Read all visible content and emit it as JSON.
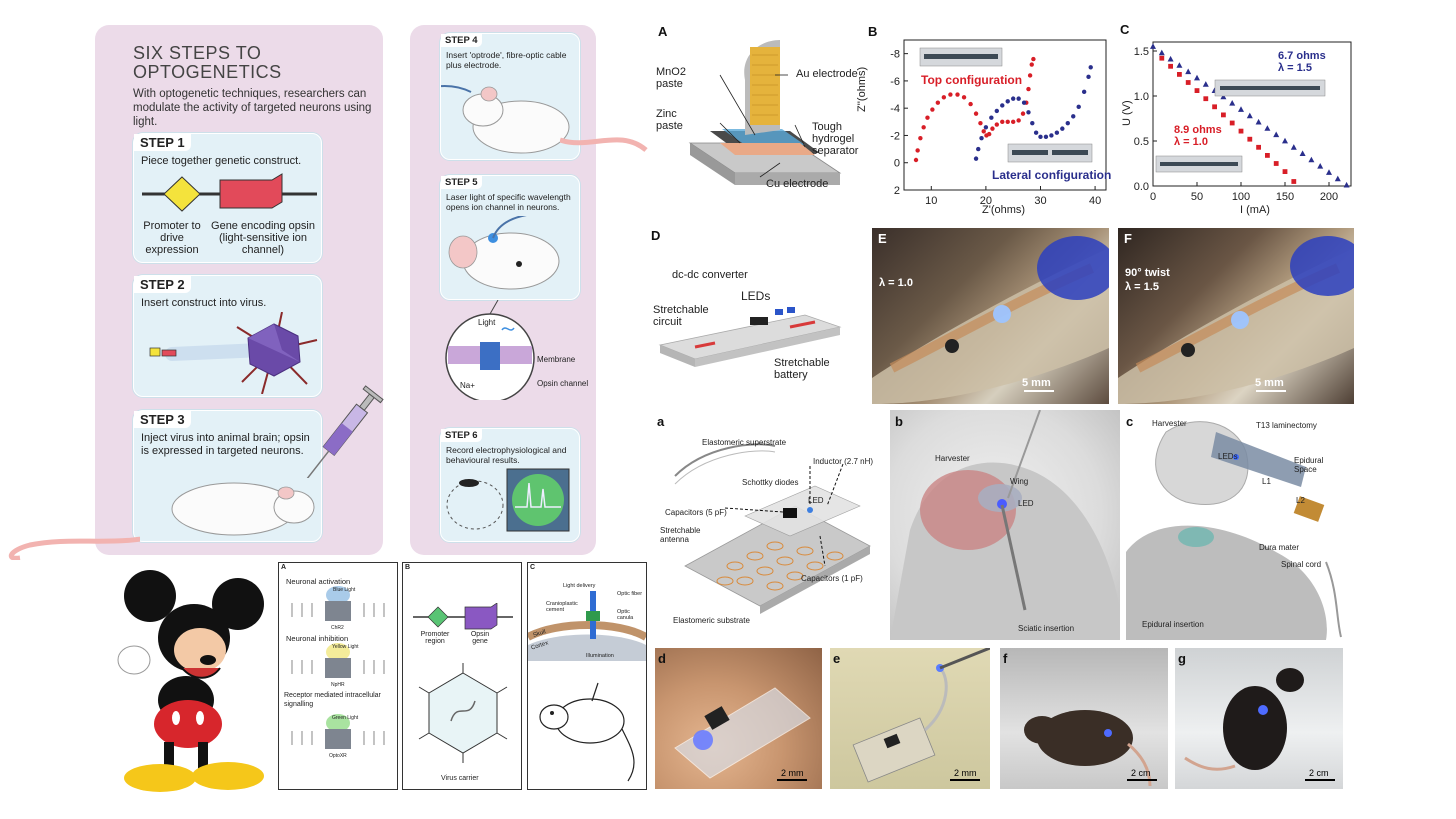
{
  "infographic": {
    "title_line1": "SIX STEPS TO",
    "title_line2": "OPTOGENETICS",
    "intro": "With optogenetic techniques, researchers can modulate the activity of targeted neurons using light.",
    "step1": {
      "tag": "STEP 1",
      "text": "Piece together genetic construct.",
      "promoter": "Promoter to drive expression",
      "gene": "Gene encoding opsin (light-sensitive ion channel)"
    },
    "step2": {
      "tag": "STEP 2",
      "text": "Insert construct into virus."
    },
    "step3": {
      "tag": "STEP 3",
      "text": "Inject virus into animal brain; opsin is expressed in targeted neurons."
    },
    "step4": {
      "tag": "STEP 4",
      "text": "Insert 'optrode', fibre-optic cable plus electrode."
    },
    "step5": {
      "tag": "STEP 5",
      "text": "Laser light of specific wavelength opens ion channel in neurons.",
      "light": "Light",
      "membrane": "Membrane",
      "opsin_channel": "Opsin channel",
      "na": "Na+"
    },
    "step6": {
      "tag": "STEP 6",
      "text": "Record electrophysiological and behavioural results."
    }
  },
  "battery_panels": {
    "A": {
      "letter": "A",
      "mno2": "MnO2 paste",
      "zinc": "Zinc paste",
      "au": "Au electrode",
      "hydrogel": "Tough hydrogel separator",
      "cu": "Cu electrode"
    },
    "B": {
      "letter": "B",
      "top": "Top configuration",
      "lateral": "Lateral configuration",
      "xlabel": "Z'(ohms)",
      "ylabel": "Z''(ohms)",
      "xticks": [
        "10",
        "20",
        "30",
        "40"
      ],
      "yticks": [
        "-8",
        "-6",
        "-4",
        "-2",
        "0",
        "2"
      ]
    },
    "C": {
      "letter": "C",
      "blue1": "6.7 ohms",
      "blue2": "λ = 1.5",
      "red1": "8.9 ohms",
      "red2": "λ = 1.0",
      "xlabel": "I (mA)",
      "ylabel": "U (V)",
      "xticks": [
        "0",
        "50",
        "100",
        "150",
        "200"
      ],
      "yticks": [
        "0.0",
        "0.5",
        "1.0",
        "1.5"
      ]
    },
    "D": {
      "letter": "D",
      "dcdc": "dc-dc converter",
      "leds": "LEDs",
      "circuit": "Stretchable circuit",
      "battery": "Stretchable battery"
    },
    "E": {
      "letter": "E",
      "lambda": "λ = 1.0",
      "scale": "5 mm"
    },
    "F": {
      "letter": "F",
      "twist": "90° twist",
      "lambda": "λ = 1.5",
      "scale": "5 mm"
    }
  },
  "implant_panels": {
    "a": {
      "letter": "a",
      "superstrate": "Elastomeric superstrate",
      "inductor": "Inductor (2.7 nH)",
      "schottky": "Schottky diodes",
      "led": "LED",
      "cap5": "Capacitors (5 pF)",
      "antenna": "Stretchable antenna",
      "cap1": "Capacitors (1 pF)",
      "substrate": "Elastomeric substrate"
    },
    "b": {
      "letter": "b",
      "harvester": "Harvester",
      "wing": "Wing",
      "led": "LED",
      "sciatic": "Sciatic insertion"
    },
    "c": {
      "letter": "c",
      "harvester": "Harvester",
      "t13": "T13 laminectomy",
      "leds": "LEDs",
      "epidural_space": "Epidural Space",
      "l1": "L1",
      "l2": "L2",
      "dura": "Dura mater",
      "spinal": "Spinal cord",
      "epidural_insertion": "Epidural insertion"
    },
    "d": {
      "letter": "d",
      "scale": "2 mm"
    },
    "e": {
      "letter": "e",
      "scale": "2 mm"
    },
    "f": {
      "letter": "f",
      "scale": "2 cm"
    },
    "g": {
      "letter": "g",
      "scale": "2 cm"
    }
  },
  "opto_boxes": {
    "A": {
      "letter": "A",
      "activation": "Neuronal activation",
      "blue_light": "Blue Light",
      "chr2": "ChR2",
      "inhibition": "Neuronal inhibition",
      "yellow_light": "Yellow Light",
      "nphr": "NpHR",
      "receptor": "Receptor mediated intracellular signalling",
      "green_light": "Green Light",
      "optoxr": "OptoXR"
    },
    "B": {
      "letter": "B",
      "promoter": "Promoter region",
      "opsin": "Opsin gene",
      "virus": "Virus carrier"
    },
    "C": {
      "letter": "C",
      "light_delivery": "Light delivery",
      "optic_fiber": "Optic fiber",
      "optic_canula": "Optic canula",
      "cement": "Cranioplastic cement",
      "skull": "Skull",
      "cortex": "Cortex",
      "illumination": "Illumination"
    }
  },
  "chart_data": [
    {
      "type": "scatter",
      "title": "",
      "xlabel": "Z'(ohms)",
      "ylabel": "Z''(ohms)",
      "xlim": [
        5,
        42
      ],
      "ylim": [
        2,
        -9
      ],
      "series": [
        {
          "name": "Top configuration",
          "color": "#d81e27",
          "x": [
            7.2,
            7.5,
            8,
            8.6,
            9.3,
            10.2,
            11.2,
            12.3,
            13.5,
            14.8,
            16,
            17.2,
            18.2,
            19,
            19.6,
            20.1,
            20.6,
            21.2,
            22,
            23,
            24,
            25,
            26,
            26.8,
            27.4,
            27.8,
            28.1,
            28.4,
            28.7
          ],
          "y": [
            -0.2,
            -0.9,
            -1.8,
            -2.6,
            -3.3,
            -3.9,
            -4.4,
            -4.8,
            -5.0,
            -5.0,
            -4.8,
            -4.3,
            -3.6,
            -2.9,
            -2.3,
            -2.0,
            -2.1,
            -2.5,
            -2.8,
            -3.0,
            -3.0,
            -3.0,
            -3.1,
            -3.6,
            -4.4,
            -5.4,
            -6.4,
            -7.2,
            -7.6
          ]
        },
        {
          "name": "Lateral configuration",
          "color": "#2a2f8c",
          "x": [
            18.2,
            18.6,
            19.2,
            20,
            21,
            22,
            23,
            24,
            25,
            26,
            27,
            27.8,
            28.5,
            29.2,
            30,
            31,
            32,
            33,
            34,
            35,
            36,
            37,
            38,
            38.8,
            39.2
          ],
          "y": [
            -0.3,
            -1.0,
            -1.8,
            -2.6,
            -3.3,
            -3.8,
            -4.2,
            -4.5,
            -4.7,
            -4.7,
            -4.4,
            -3.7,
            -2.9,
            -2.2,
            -1.9,
            -1.9,
            -2.0,
            -2.2,
            -2.5,
            -2.9,
            -3.4,
            -4.1,
            -5.2,
            -6.3,
            -7.0
          ]
        }
      ]
    },
    {
      "type": "scatter",
      "title": "",
      "xlabel": "I (mA)",
      "ylabel": "U (V)",
      "xlim": [
        0,
        225
      ],
      "ylim": [
        0,
        1.6
      ],
      "series": [
        {
          "name": "6.7 ohms λ = 1.5",
          "color": "#2a2f8c",
          "x": [
            0,
            10,
            20,
            30,
            40,
            50,
            60,
            70,
            80,
            90,
            100,
            110,
            120,
            130,
            140,
            150,
            160,
            170,
            180,
            190,
            200,
            210,
            220
          ],
          "y": [
            1.55,
            1.48,
            1.41,
            1.34,
            1.27,
            1.2,
            1.13,
            1.06,
            0.99,
            0.92,
            0.85,
            0.78,
            0.71,
            0.64,
            0.57,
            0.5,
            0.43,
            0.36,
            0.29,
            0.22,
            0.15,
            0.08,
            0.01
          ]
        },
        {
          "name": "8.9 ohms λ = 1.0",
          "color": "#d81e27",
          "x": [
            10,
            20,
            30,
            40,
            50,
            60,
            70,
            80,
            90,
            100,
            110,
            120,
            130,
            140,
            150,
            160
          ],
          "y": [
            1.42,
            1.33,
            1.24,
            1.15,
            1.06,
            0.97,
            0.88,
            0.79,
            0.7,
            0.61,
            0.52,
            0.43,
            0.34,
            0.25,
            0.16,
            0.05
          ]
        }
      ]
    }
  ]
}
